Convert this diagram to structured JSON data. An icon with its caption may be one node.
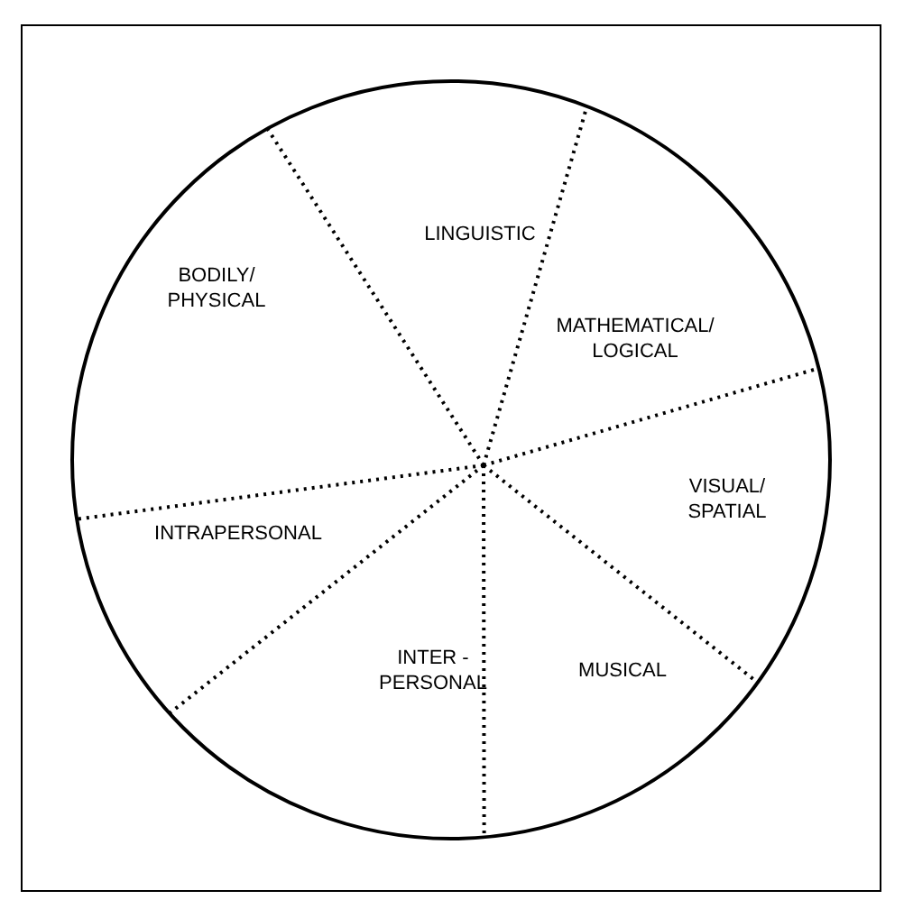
{
  "diagram": {
    "nodes": [
      {
        "text": [
          "LINGUISTIC"
        ]
      },
      {
        "text": [
          "BODILY/ PHYSICAL"
        ]
      },
      {
        "text": [
          "MATHEMATICAL/ LOGICAL"
        ]
      },
      {
        "text": [
          "INTRAPERSONAL"
        ]
      },
      {
        "text": [
          "VISUAL/ SPATIAL"
        ]
      },
      {
        "text": [
          "INTER - PERSONAL"
        ]
      },
      {
        "text": [
          "MUSICAL"
        ]
      }
    ]
  }
}
